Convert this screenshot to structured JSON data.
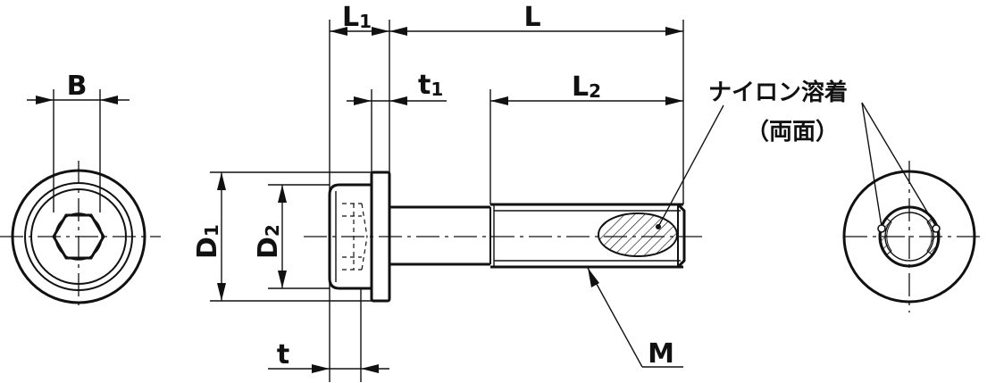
{
  "labels": {
    "B": "B",
    "L1": "L",
    "L1_sub": "1",
    "L": "L",
    "t1": "t",
    "t1_sub": "1",
    "L2": "L",
    "L2_sub": "2",
    "D1": "D",
    "D1_sub": "1",
    "D2": "D",
    "D2_sub": "2",
    "t": "t",
    "M": "M",
    "nylon_line1": "ナイロン溶着",
    "nylon_line2": "（両面）"
  }
}
